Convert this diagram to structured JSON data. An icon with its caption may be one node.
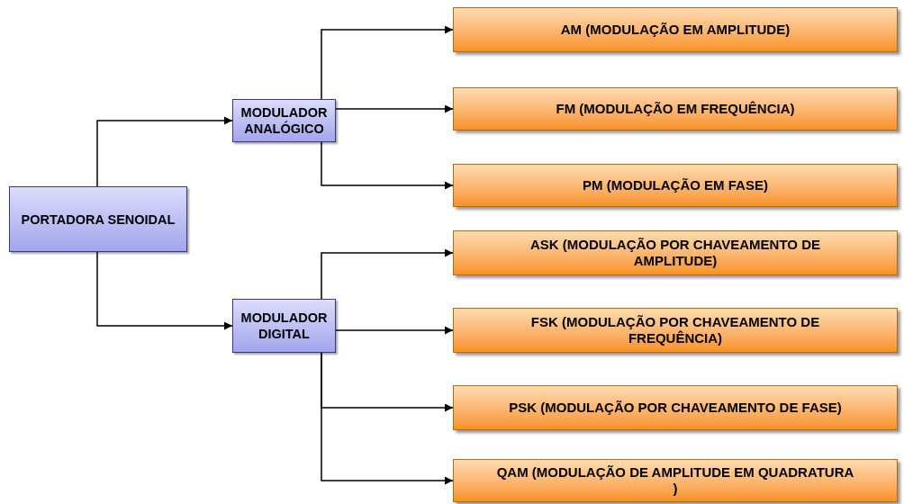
{
  "diagram": {
    "nodes": [
      {
        "text": [
          "PORTADORA SENOIDAL"
        ]
      },
      {
        "text": [
          "MODULADOR ANALÓGICO"
        ]
      },
      {
        "text": [
          "MODULADOR DIGITAL"
        ]
      },
      {
        "text": [
          "AM (MODULAÇÃO EM AMPLITUDE)"
        ]
      },
      {
        "text": [
          "FM (MODULAÇÃO EM FREQUÊNCIA)"
        ]
      },
      {
        "text": [
          "PM (MODULAÇÃO EM FASE)"
        ]
      },
      {
        "text": [
          "ASK (MODULAÇÃO POR CHAVEAMENTO DE AMPLITUDE)"
        ]
      },
      {
        "text": [
          "FSK (MODULAÇÃO POR CHAVEAMENTO DE FREQUÊNCIA)"
        ]
      },
      {
        "text": [
          "PSK (MODULAÇÃO POR CHAVEAMENTO DE FASE)"
        ]
      },
      {
        "text": [
          "QAM (MODULAÇÃO DE AMPLITUDE EM QUADRATURA )"
        ]
      }
    ],
    "edges": [
      {
        "from": 0,
        "to": 1,
        "arrow": "to"
      },
      {
        "from": 0,
        "to": 2,
        "arrow": "to"
      },
      {
        "from": 1,
        "to": 3,
        "arrow": "to"
      },
      {
        "from": 1,
        "to": 4,
        "arrow": "to"
      },
      {
        "from": 1,
        "to": 5,
        "arrow": "to"
      },
      {
        "from": 2,
        "to": 6,
        "arrow": "to"
      },
      {
        "from": 2,
        "to": 7,
        "arrow": "to"
      },
      {
        "from": 2,
        "to": 8,
        "arrow": "to"
      },
      {
        "from": 2,
        "to": 9,
        "arrow": "to"
      }
    ]
  }
}
